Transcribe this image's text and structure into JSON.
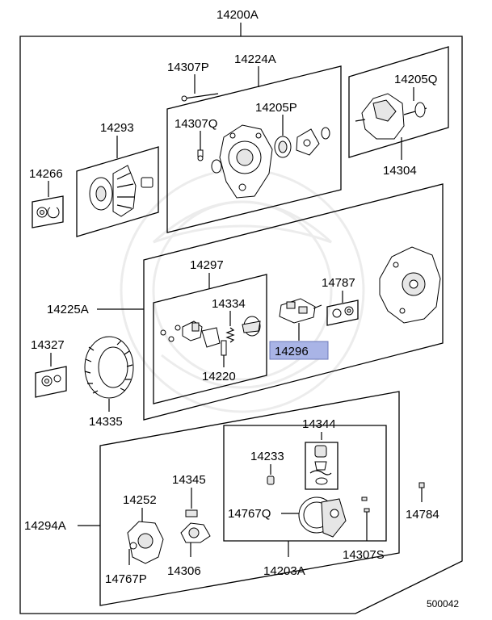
{
  "labels": {
    "p14200A": "14200A",
    "p14307P": "14307P",
    "p14224A": "14224A",
    "p14205Q": "14205Q",
    "p14205P": "14205P",
    "p14307Q": "14307Q",
    "p14293": "14293",
    "p14266": "14266",
    "p14304": "14304",
    "p14297": "14297",
    "p14787": "14787",
    "p14225A": "14225A",
    "p14334": "14334",
    "p14296": "14296",
    "p14327": "14327",
    "p14220": "14220",
    "p14335": "14335",
    "p14344": "14344",
    "p14233": "14233",
    "p14345": "14345",
    "p14252": "14252",
    "p14294A": "14294A",
    "p14767Q": "14767Q",
    "p14784": "14784",
    "p14767P": "14767P",
    "p14306": "14306",
    "p14203A": "14203A",
    "p14307S": "14307S"
  },
  "highlighted_part": "14296",
  "diagram_id": "500042",
  "colors": {
    "highlight": "#a9b4e6",
    "line": "#000000",
    "background": "#ffffff"
  }
}
